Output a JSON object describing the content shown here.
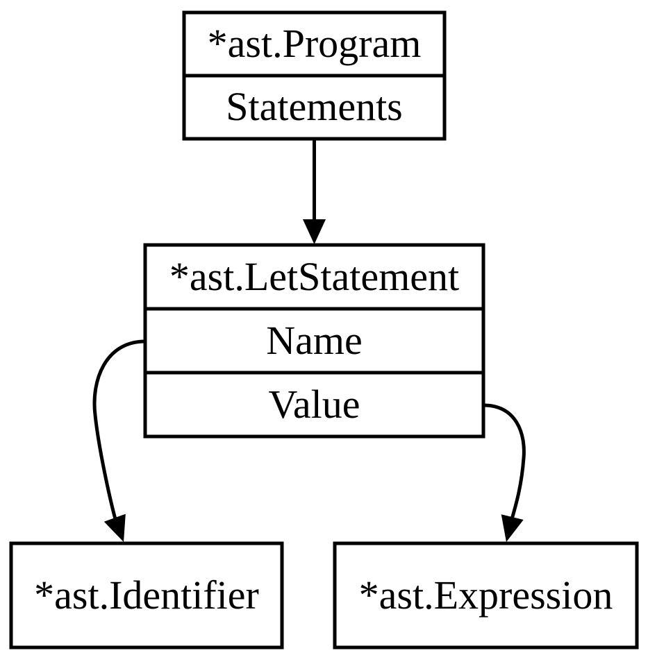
{
  "diagram": {
    "type": "ast-tree",
    "colors": {
      "background": "#ffffff",
      "node_fill": "#ffffff",
      "stroke": "#000000",
      "text": "#000000"
    },
    "nodes": {
      "program": {
        "title": "*ast.Program",
        "fields": [
          "Statements"
        ]
      },
      "let_statement": {
        "title": "*ast.LetStatement",
        "fields": [
          "Name",
          "Value"
        ]
      },
      "identifier": {
        "title": "*ast.Identifier",
        "fields": []
      },
      "expression": {
        "title": "*ast.Expression",
        "fields": []
      }
    },
    "edges": [
      {
        "from": "program.Statements",
        "to": "let_statement",
        "style": "straight"
      },
      {
        "from": "let_statement.Name",
        "to": "identifier",
        "style": "curved-left"
      },
      {
        "from": "let_statement.Value",
        "to": "expression",
        "style": "curved-right"
      }
    ]
  }
}
